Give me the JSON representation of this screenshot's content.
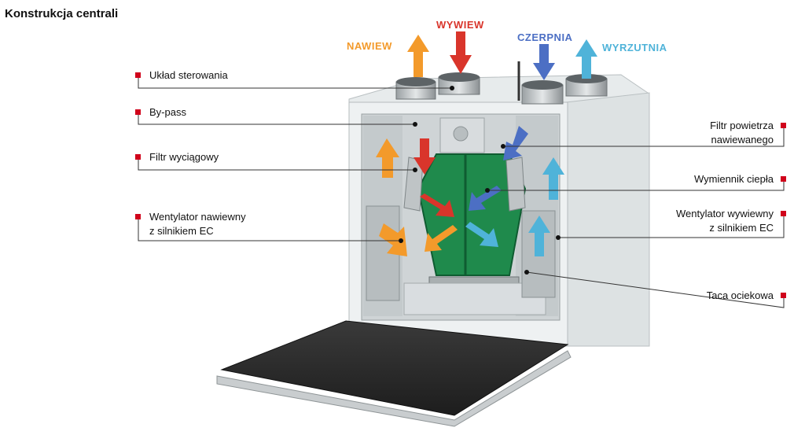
{
  "title": "Konstrukcja centrali",
  "flows": {
    "nawiew": {
      "label": "NAWIEW",
      "color": "#f39a2b"
    },
    "wywiew": {
      "label": "WYWIEW",
      "color": "#d9352b"
    },
    "czerpnia": {
      "label": "CZERPNIA",
      "color": "#4c6fc4"
    },
    "wyrzutnia": {
      "label": "WYRZUTNIA",
      "color": "#4fb3d9"
    }
  },
  "components": {
    "left": [
      {
        "line1": "Układ sterowania",
        "line2": ""
      },
      {
        "line1": "By-pass",
        "line2": ""
      },
      {
        "line1": "Filtr wyciągowy",
        "line2": ""
      },
      {
        "line1": "Wentylator nawiewny",
        "line2": "z silnikiem EC"
      }
    ],
    "right": [
      {
        "line1": "Filtr powietrza",
        "line2": "nawiewanego"
      },
      {
        "line1": "Wymiennik ciepła",
        "line2": ""
      },
      {
        "line1": "Wentylator wywiewny",
        "line2": "z silnikiem EC"
      },
      {
        "line1": "Taca ociekowa",
        "line2": ""
      }
    ]
  },
  "colors": {
    "marker": "#d0021b",
    "exchanger": "#1f8a4c",
    "housing": "#e9edee"
  }
}
